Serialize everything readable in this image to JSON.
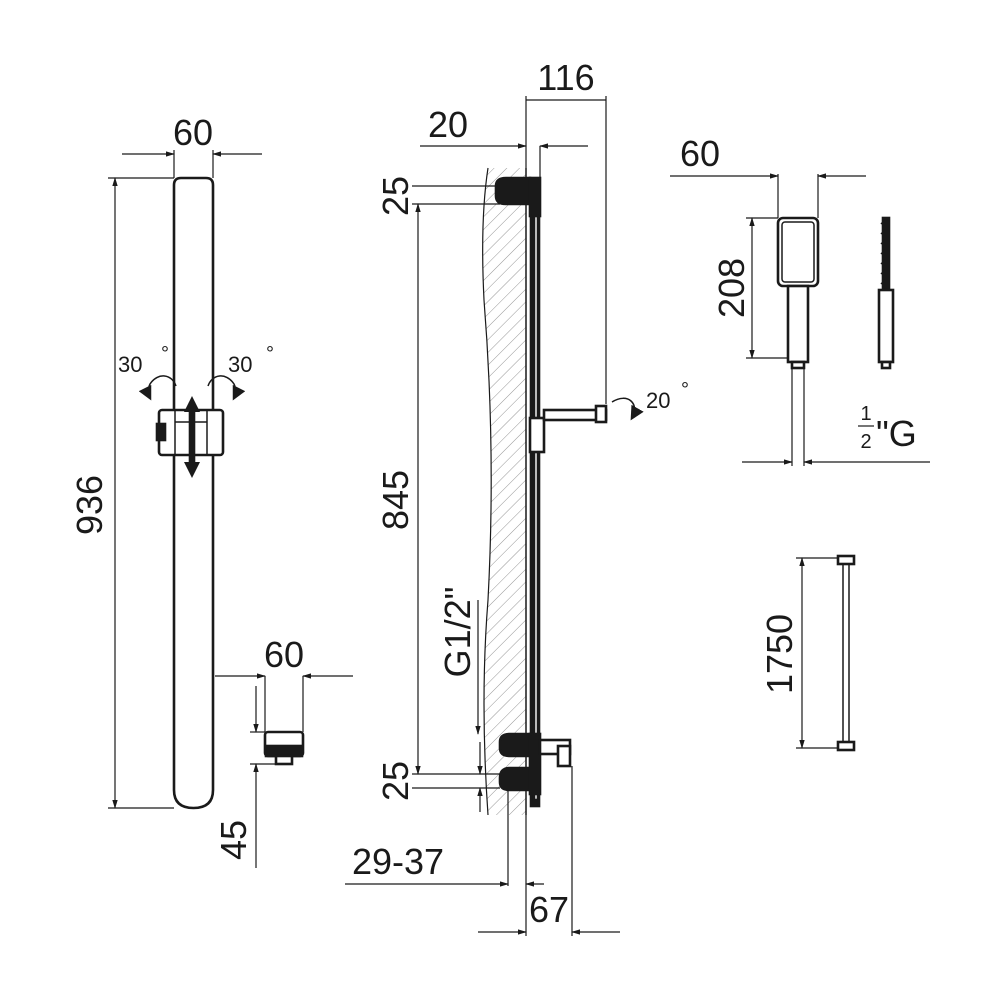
{
  "diagram": {
    "front_view": {
      "bar_width": "60",
      "bar_height": "936",
      "rotation_left": "30",
      "rotation_right": "30",
      "degree_symbol": "°",
      "outlet_width": "60",
      "outlet_height": "45"
    },
    "side_view": {
      "total_depth": "116",
      "bracket_depth": "20",
      "top_fixing": "25",
      "fixing_centers": "845",
      "thread_label": "G1/2\"",
      "bottom_fixing": "25",
      "wall_range": "29-37",
      "outlet_depth": "67",
      "handle_rotation": "20"
    },
    "hand_shower": {
      "head_width": "60",
      "head_height": "208",
      "connection_num": "1",
      "connection_den": "2",
      "connection_suffix": "\"G"
    },
    "hose": {
      "length": "1750"
    }
  }
}
